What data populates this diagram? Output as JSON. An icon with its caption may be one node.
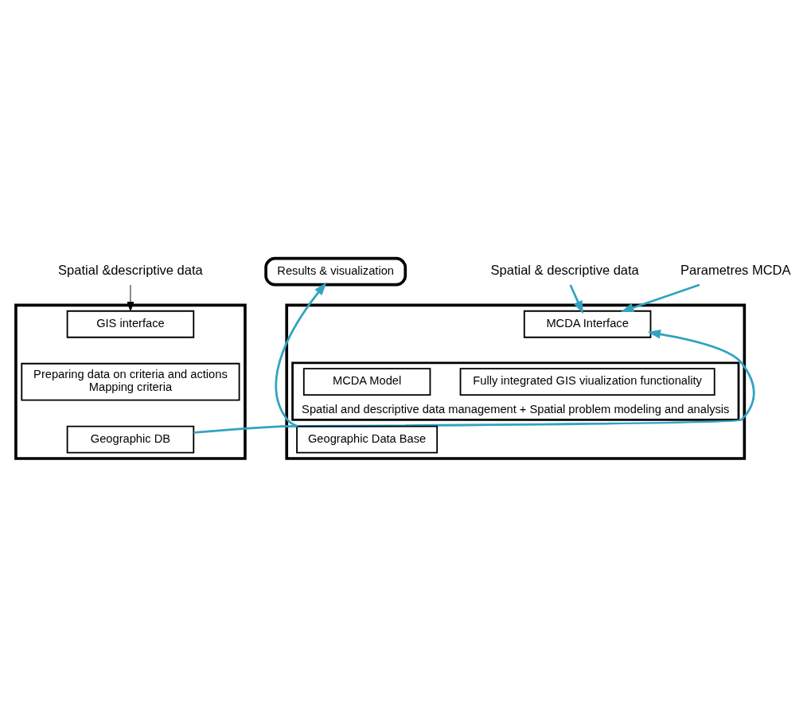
{
  "diagram": {
    "nodes": [
      {
        "text": [
          "Spatial &descriptive data"
        ]
      },
      {
        "text": [],
        "shape": "box"
      },
      {
        "text": [
          "GIS interface"
        ],
        "in": 1
      },
      {
        "text": [
          "Preparing data on criteria and actions",
          "Mapping criteria"
        ],
        "in": 1
      },
      {
        "text": [
          "Geographic DB"
        ],
        "in": 1
      },
      {
        "text": [
          "Spatial & descriptive data"
        ]
      },
      {
        "text": [
          "Parametres MCDA"
        ]
      },
      {
        "text": [],
        "shape": "box"
      },
      {
        "text": [
          "MCDA Interface"
        ],
        "in": 7
      },
      {
        "text": [
          "Spatial and descriptive data management + Spatial problem modeling and analysis"
        ],
        "in": 7
      },
      {
        "text": [
          "Fully integrated GIS viualization functionality"
        ],
        "in": 9
      },
      {
        "text": [
          "MCDA Model"
        ],
        "in": 9
      },
      {
        "text": [
          "Geographic Data Base"
        ],
        "in": 7
      },
      {
        "text": [
          "Results & visualization"
        ]
      }
    ],
    "edges": [
      {
        "from": 0,
        "to": 2,
        "arrow": "to",
        "color": "#000000"
      },
      {
        "from": 4,
        "to": 8,
        "arrow": "to"
      },
      {
        "from": 5,
        "to": 8,
        "arrow": "to"
      },
      {
        "from": 6,
        "to": 8,
        "arrow": "to"
      },
      {
        "from": 12,
        "to": 13,
        "arrow": "to"
      }
    ]
  }
}
